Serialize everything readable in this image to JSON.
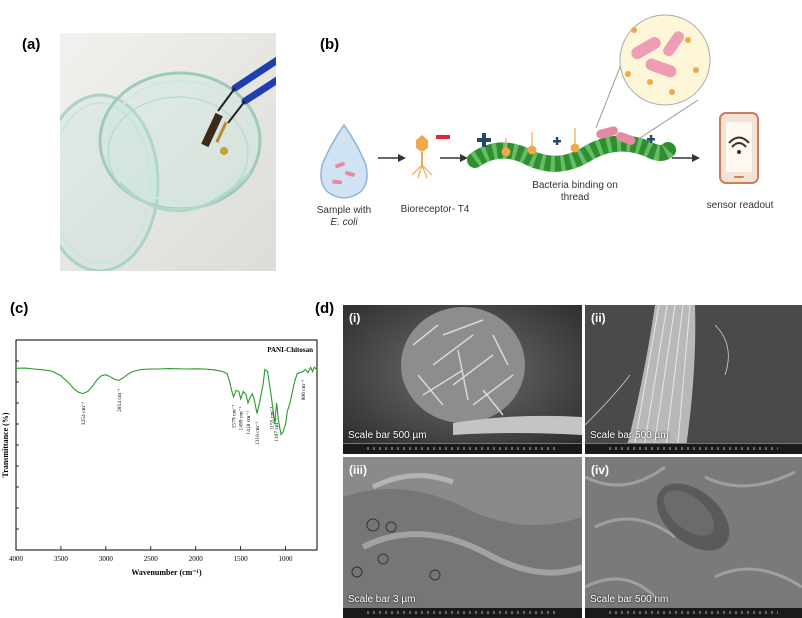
{
  "labels": {
    "a": "(a)",
    "b": "(b)",
    "c": "(c)",
    "d": "(d)"
  },
  "schematic": {
    "sample_line1": "Sample with",
    "sample_line2": "E. coli",
    "bioreceptor": "Bioreceptor- T4",
    "binding_line1": "Bacteria binding on",
    "binding_line2": "thread",
    "readout": "sensor readout"
  },
  "sem": {
    "panels": [
      {
        "id": "(i)",
        "scale": "Scale bar 500 µm"
      },
      {
        "id": "(ii)",
        "scale": "Scale bar 500 µm"
      },
      {
        "id": "(iii)",
        "scale": "Scale bar 3 µm"
      },
      {
        "id": "(iv)",
        "scale": "Scale bar 500 nm"
      }
    ]
  },
  "chart_data": {
    "type": "line",
    "legend": "PANI-Chitosan",
    "xlabel": "Wavenumber (cm⁻¹)",
    "ylabel": "Transmittance (%)",
    "xlim": [
      4000,
      650
    ],
    "x_ticks": [
      4000,
      3500,
      3000,
      2500,
      2000,
      1500,
      1000
    ],
    "y_ticks_labeled": false,
    "series": [
      {
        "name": "PANI-Chitosan",
        "color": "#2a9a2a",
        "points": [
          [
            4000,
            0.865
          ],
          [
            3900,
            0.866
          ],
          [
            3800,
            0.862
          ],
          [
            3700,
            0.858
          ],
          [
            3600,
            0.852
          ],
          [
            3500,
            0.83
          ],
          [
            3400,
            0.79
          ],
          [
            3350,
            0.765
          ],
          [
            3300,
            0.75
          ],
          [
            3254,
            0.745
          ],
          [
            3200,
            0.755
          ],
          [
            3150,
            0.78
          ],
          [
            3100,
            0.81
          ],
          [
            3050,
            0.83
          ],
          [
            3000,
            0.835
          ],
          [
            2950,
            0.825
          ],
          [
            2900,
            0.812
          ],
          [
            2854,
            0.808
          ],
          [
            2800,
            0.822
          ],
          [
            2750,
            0.838
          ],
          [
            2700,
            0.85
          ],
          [
            2600,
            0.86
          ],
          [
            2500,
            0.862
          ],
          [
            2400,
            0.862
          ],
          [
            2300,
            0.864
          ],
          [
            2200,
            0.863
          ],
          [
            2100,
            0.862
          ],
          [
            2000,
            0.863
          ],
          [
            1900,
            0.862
          ],
          [
            1800,
            0.858
          ],
          [
            1700,
            0.85
          ],
          [
            1650,
            0.84
          ],
          [
            1620,
            0.8
          ],
          [
            1600,
            0.76
          ],
          [
            1579,
            0.73
          ],
          [
            1550,
            0.76
          ],
          [
            1520,
            0.755
          ],
          [
            1499,
            0.72
          ],
          [
            1470,
            0.755
          ],
          [
            1440,
            0.74
          ],
          [
            1418,
            0.7
          ],
          [
            1400,
            0.72
          ],
          [
            1370,
            0.745
          ],
          [
            1350,
            0.72
          ],
          [
            1318,
            0.65
          ],
          [
            1290,
            0.7
          ],
          [
            1250,
            0.79
          ],
          [
            1230,
            0.86
          ],
          [
            1200,
            0.85
          ],
          [
            1155,
            0.72
          ],
          [
            1120,
            0.6
          ],
          [
            1100,
            0.7
          ],
          [
            1080,
            0.62
          ],
          [
            1060,
            0.57
          ],
          [
            1050,
            0.55
          ],
          [
            1030,
            0.56
          ],
          [
            1000,
            0.6
          ],
          [
            980,
            0.66
          ],
          [
            950,
            0.7
          ],
          [
            900,
            0.8
          ],
          [
            870,
            0.84
          ],
          [
            806,
            0.85
          ],
          [
            780,
            0.86
          ],
          [
            750,
            0.845
          ],
          [
            720,
            0.87
          ],
          [
            700,
            0.85
          ],
          [
            680,
            0.87
          ],
          [
            650,
            0.86
          ]
        ]
      }
    ],
    "annotations": [
      {
        "x": 3254,
        "text": "3254 cm⁻¹"
      },
      {
        "x": 2854,
        "text": "2854 cm⁻¹"
      },
      {
        "x": 1579,
        "text": "1579 cm⁻¹"
      },
      {
        "x": 1499,
        "text": "1499 cm⁻¹"
      },
      {
        "x": 1418,
        "text": "1418 cm⁻¹"
      },
      {
        "x": 1318,
        "text": "1318 cm⁻¹"
      },
      {
        "x": 1155,
        "text": "1155 cm⁻¹"
      },
      {
        "x": 1107,
        "text": "1107 cm⁻¹"
      },
      {
        "x": 806,
        "text": "806 cm⁻¹"
      }
    ]
  }
}
